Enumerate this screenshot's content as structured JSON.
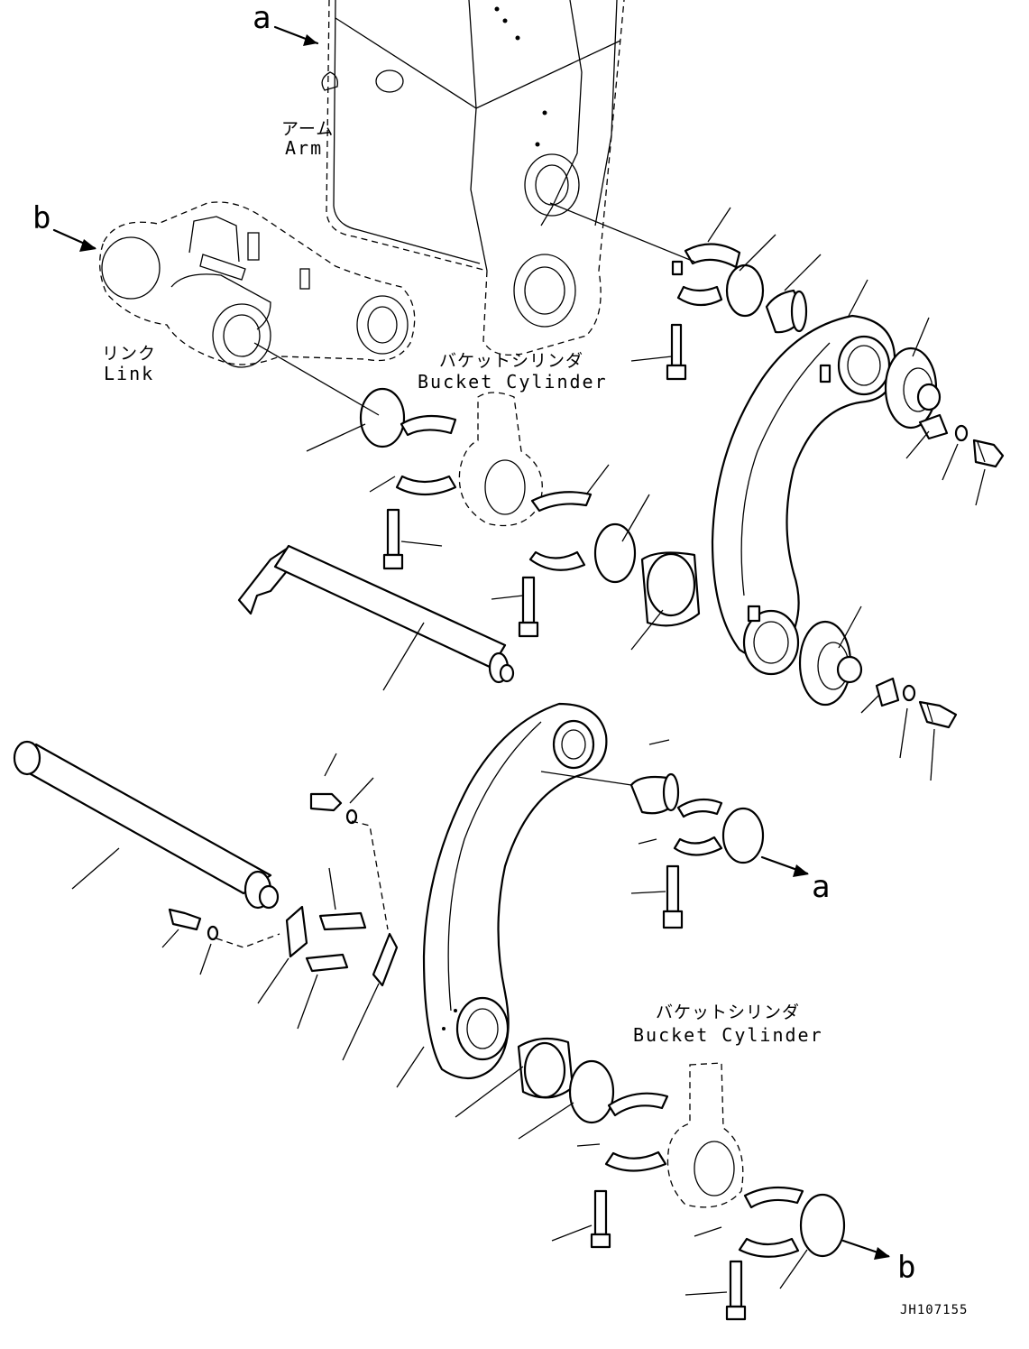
{
  "labels": {
    "arm_jp": "アーム",
    "arm_en": "Arm",
    "link_jp": "リンク",
    "link_en": "Link",
    "bucket_cyl_top_jp": "バケットシリンダ",
    "bucket_cyl_top_en": "Bucket Cylinder",
    "bucket_cyl_bottom_jp": "バケットシリンダ",
    "bucket_cyl_bottom_en": "Bucket Cylinder"
  },
  "ref_letters": {
    "a_top": "a",
    "b_left": "b",
    "a_right": "a",
    "b_bottom": "b"
  },
  "drawing_code": "JH107155"
}
